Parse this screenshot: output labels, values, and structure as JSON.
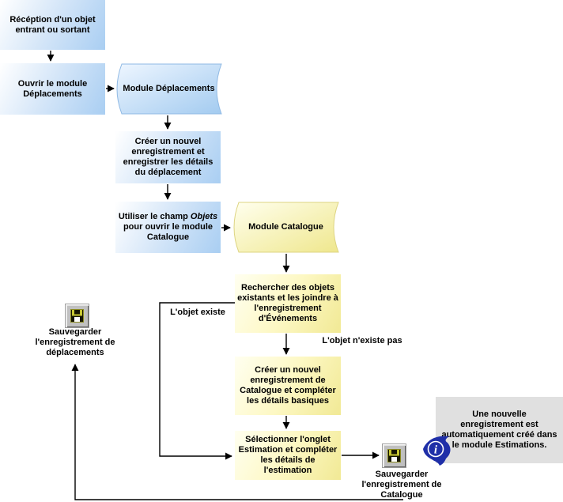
{
  "diagram": {
    "boxes": {
      "reception": "Récéption d'un objet entrant ou sortant",
      "open_module": "Ouvrir le module Déplacements",
      "module_deplacements": "Module Déplacements",
      "create_record": "Créer un nouvel enregistrement et enregistrer les détails du déplacement",
      "use_field_prefix": "Utiliser le champ ",
      "use_field_objets": "Objets",
      "use_field_suffix": " pour ouvrir le module Catalogue",
      "module_catalogue": "Module Catalogue",
      "search_objects": "Rechercher des objets existants et les joindre à l'enregistrement d'Événements",
      "create_catalogue": "Créer un nouvel enregistrement de Catalogue et compléter les détails basiques",
      "select_tab": "Sélectionner l'onglet Estimation et compléter les détails de l'estimation",
      "note": "Une nouvelle enregistrement est automatiquement créé dans le module Estimations."
    },
    "branch_labels": {
      "object_exists": "L'objet existe",
      "object_not_exists": "L'objet n'existe pas"
    },
    "captions": {
      "save_deplacements": "Sauvegarder l'enregistrement de déplacements",
      "save_catalogue": "Sauvegarder l'enregistrement de Catalogue"
    },
    "icons": {
      "save": "floppy-disk-save-button",
      "info": "info-note-icon"
    },
    "colors": {
      "blue_fill": "#a9cef2",
      "yellow_fill": "#f1e995",
      "note_bg": "#e0e0e0",
      "info_blue": "#1f2fa8",
      "connector": "#000000"
    }
  }
}
